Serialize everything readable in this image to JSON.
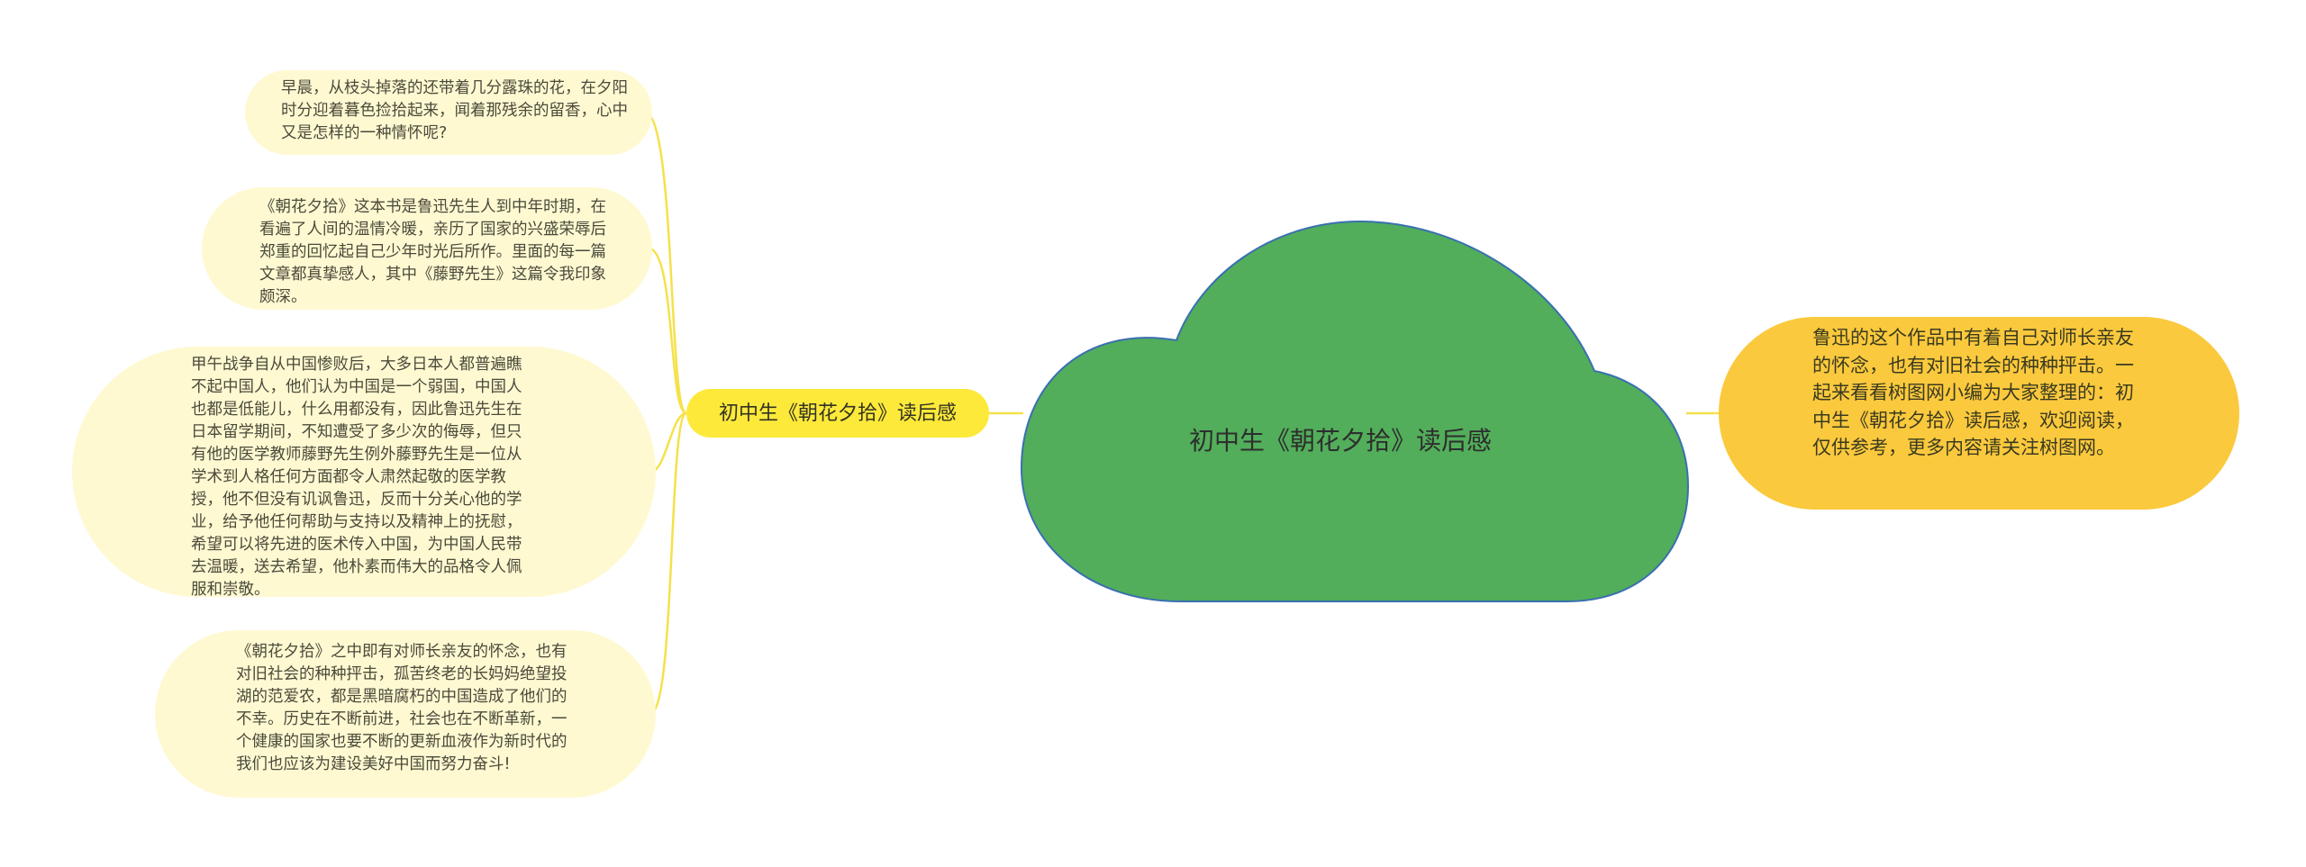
{
  "mindmap": {
    "center": {
      "label": "初中生《朝花夕拾》读后感"
    },
    "right_node": {
      "text": "鲁迅的这个作品中有着自己对师长亲友的怀念，也有对旧社会的种种抨击。一起来看看树图网小编为大家整理的：初中生《朝花夕拾》读后感，欢迎阅读，仅供参考，更多内容请关注树图网。"
    },
    "branch": {
      "label": "初中生《朝花夕拾》读后感"
    },
    "leaves": [
      {
        "text": "早晨，从枝头掉落的还带着几分露珠的花，在夕阳时分迎着暮色捡拾起来，闻着那残余的留香，心中又是怎样的一种情怀呢?"
      },
      {
        "text": "《朝花夕拾》这本书是鲁迅先生人到中年时期，在看遍了人间的温情冷暖，亲历了国家的兴盛荣辱后郑重的回忆起自己少年时光后所作。里面的每一篇文章都真挚感人，其中《藤野先生》这篇令我印象颇深。"
      },
      {
        "text": "甲午战争自从中国惨败后，大多日本人都普遍瞧不起中国人，他们认为中国是一个弱国，中国人也都是低能儿，什么用都没有，因此鲁迅先生在日本留学期间，不知遭受了多少次的侮辱，但只有他的医学教师藤野先生例外藤野先生是一位从学术到人格任何方面都令人肃然起敬的医学教授，他不但没有讥讽鲁迅，反而十分关心他的学业，给予他任何帮助与支持以及精神上的抚慰，希望可以将先进的医术传入中国，为中国人民带去温暖，送去希望，他朴素而伟大的品格令人佩服和崇敬。"
      },
      {
        "text": "《朝花夕拾》之中即有对师长亲友的怀念，也有对旧社会的种种抨击，孤苦终老的长妈妈绝望投湖的范爱农，都是黑暗腐朽的中国造成了他们的不幸。历史在不断前进，社会也在不断革新，一个健康的国家也要不断的更新血液作为新时代的我们也应该为建设美好中国而努力奋斗!"
      }
    ]
  },
  "colors": {
    "cloud_fill": "#52ae5a",
    "cloud_stroke": "#3a6fb0",
    "right_fill": "#fbc93d",
    "branch_fill": "#fde93a",
    "leaf_fill": "#fff9d2",
    "connector": "#f5e14a"
  }
}
